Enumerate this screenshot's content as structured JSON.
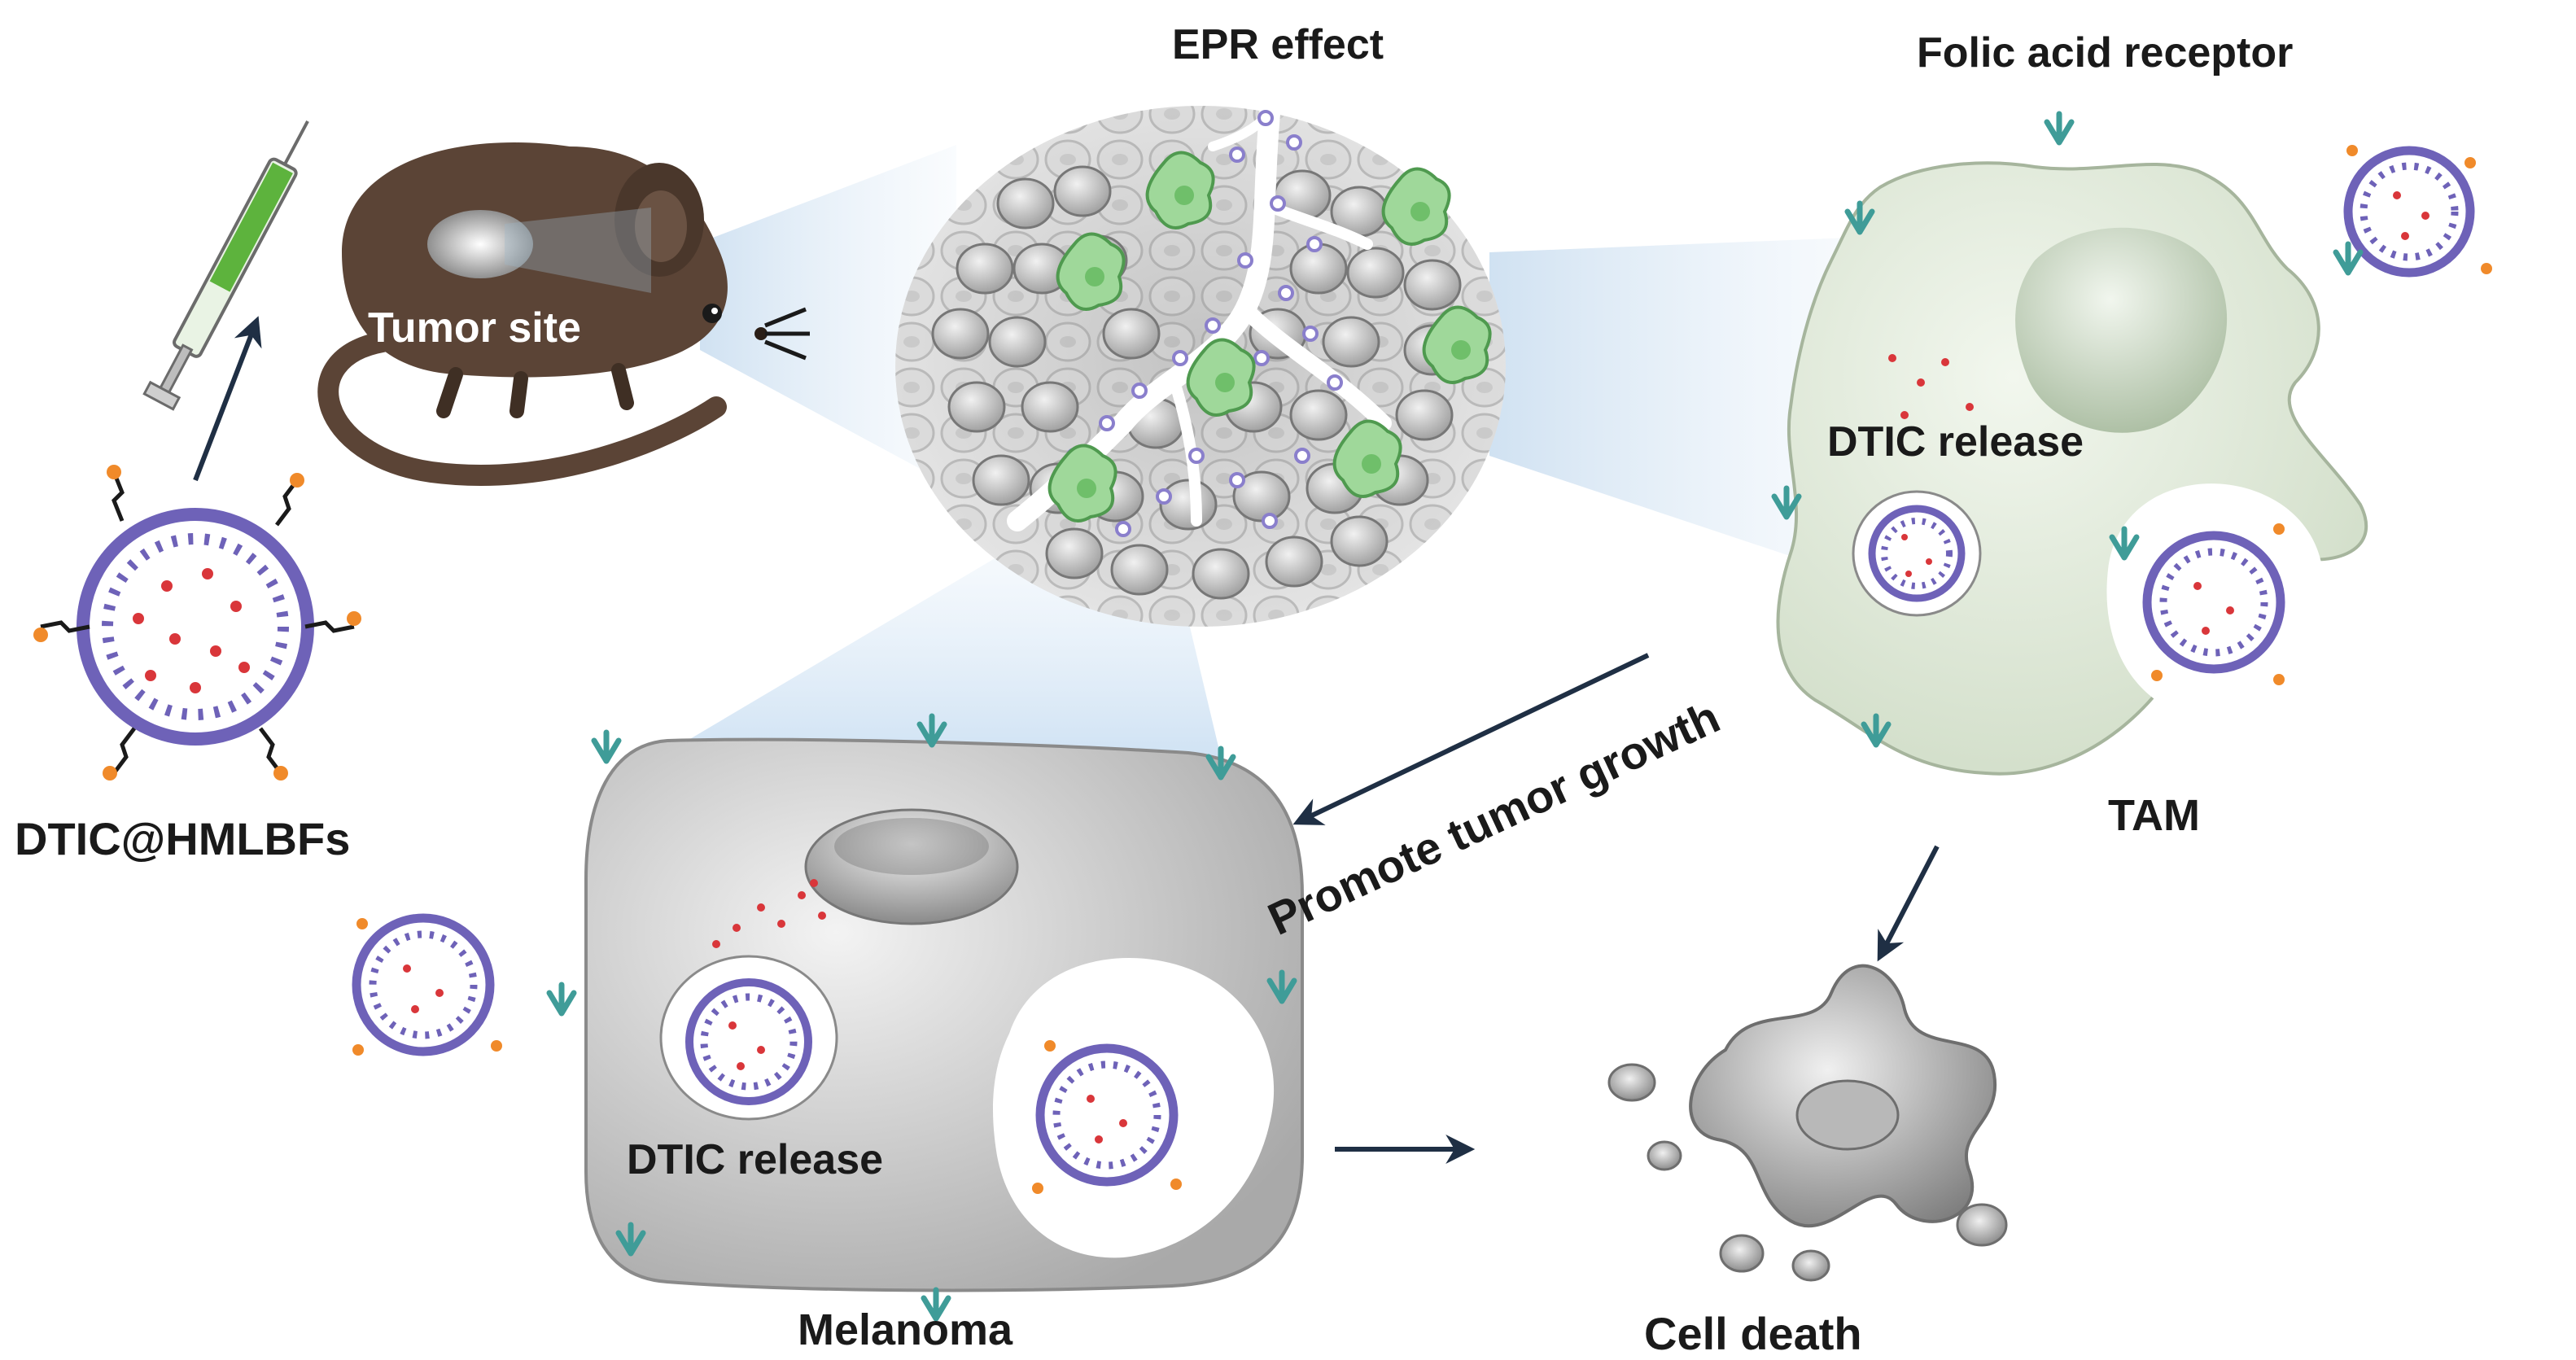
{
  "labels": {
    "epr_effect": "EPR effect",
    "folic_acid_receptor": "Folic acid receptor",
    "tumor_site": "Tumor site",
    "dtic_hmlbfs": "DTIC@HMLBFs",
    "dtic_release_tam": "DTIC release",
    "dtic_release_melanoma": "DTIC release",
    "promote_tumor_growth": "Promote tumor growth",
    "tam": "TAM",
    "melanoma": "Melanoma",
    "cell_death": "Cell death"
  },
  "colors": {
    "mouse": "#5b4436",
    "tam_cell": "#e4eedc",
    "melanoma_cell": "#d2d2d2",
    "liposome_ring": "#6e62b8",
    "drug_dot": "#d9363a",
    "receptor": "#3f9c98",
    "tumor_green": "#8fd08a",
    "arrow": "#1f2f44",
    "syringe_liquid": "#5db33d"
  }
}
